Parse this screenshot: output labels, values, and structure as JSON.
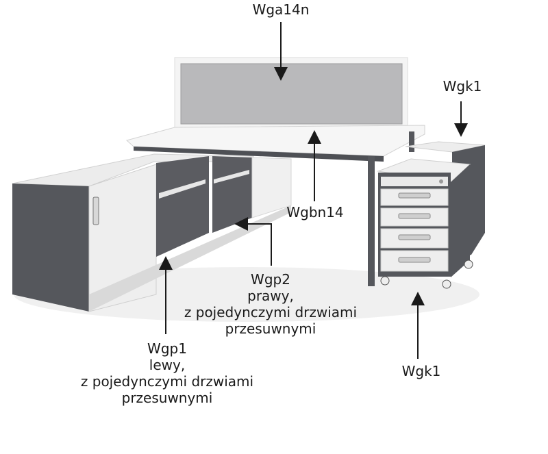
{
  "labels": {
    "top_panel": "Wga14n",
    "beam": "Wgbn14",
    "pedestal_back": "Wgk1",
    "pedestal_front": "Wgk1",
    "right_cabinet": {
      "line1": "Wgp2",
      "line2": "prawy,",
      "line3": "z pojedynczymi drzwiami",
      "line4": "przesuwnymi"
    },
    "left_cabinet": {
      "line1": "Wgp1",
      "line2": "lewy,",
      "line3": "z pojedynczymi drzwiami",
      "line4": "przesuwnymi"
    }
  },
  "colors": {
    "frame_dark": "#55575c",
    "panel_light": "#f1f1f1",
    "screen_fabric": "#b9b9bb",
    "desk_top": "#f4f4f4",
    "arrow": "#1a1a1a"
  }
}
